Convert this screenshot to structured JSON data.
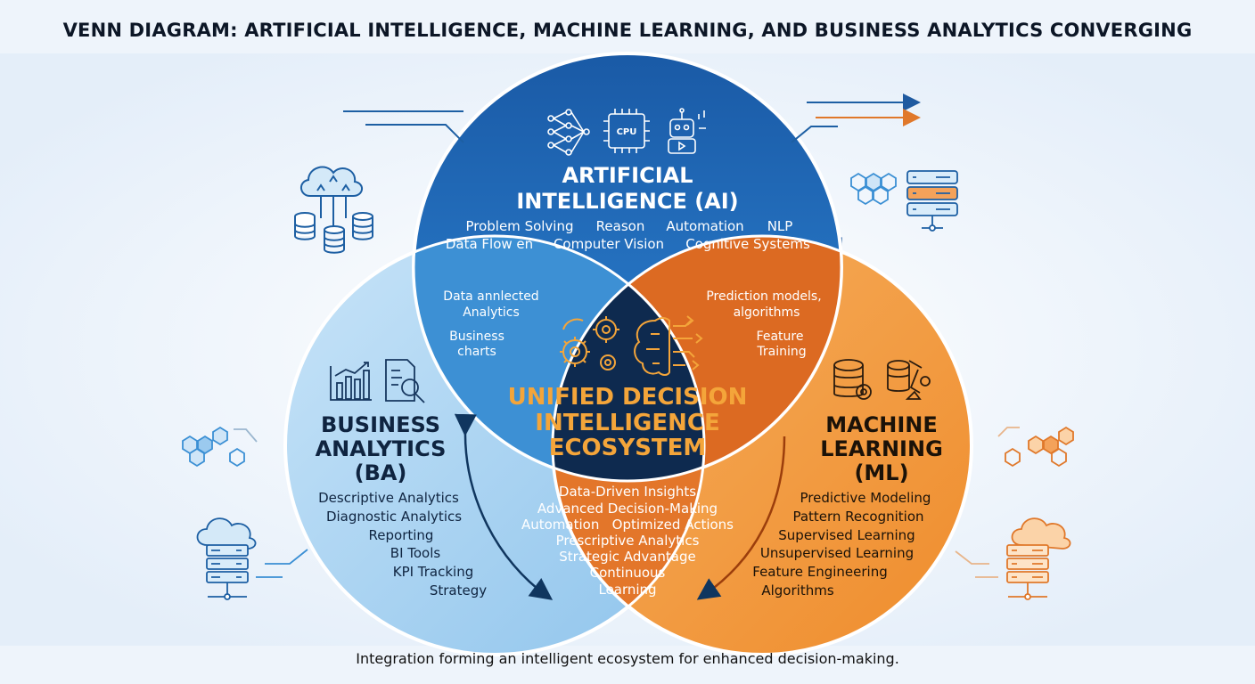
{
  "title": "VENN DIAGRAM: ARTIFICIAL INTELLIGENCE, MACHINE LEARNING, AND BUSINESS ANALYTICS CONVERGING",
  "caption": "Integration forming an intelligent ecosystem for enhanced decision-making.",
  "colors": {
    "ai": "#1f66b5",
    "ba": "#a9d3f0",
    "ml": "#f29b3f",
    "center": "#0e2a4f",
    "center_text": "#f4a53a",
    "ai_ml": "#d9651f",
    "ba_ml": "#e37628",
    "ai_ba": "#3c8fd3"
  },
  "ai": {
    "title": [
      "ARTIFICIAL",
      "INTELLIGENCE (AI)"
    ],
    "items_row1": [
      "Problem Solving",
      "Reason",
      "Automation",
      "NLP"
    ],
    "items_row2": [
      "Data Flow en",
      "Computer Vision",
      "Cognitive Systems"
    ],
    "icons": [
      "neural-network-icon",
      "cpu-chip-icon",
      "robot-icon"
    ],
    "cpu_label": "CPU"
  },
  "ba": {
    "title": [
      "BUSINESS",
      "ANALYTICS",
      "(BA)"
    ],
    "items": [
      "Descriptive Analytics",
      "Diagnostic Analytics",
      "Reporting",
      "BI Tools",
      "KPI Tracking",
      "Strategy"
    ],
    "icons": [
      "bar-chart-icon",
      "report-magnifier-icon"
    ]
  },
  "ml": {
    "title": [
      "MACHINE",
      "LEARNING",
      "(ML)"
    ],
    "items": [
      "Predictive Modeling",
      "Pattern Recognition",
      "Supervised Learning",
      "Unsupervised Learning",
      "Feature Engineering",
      "Algorithms"
    ],
    "icons": [
      "database-gear-icon",
      "database-robot-arm-icon"
    ]
  },
  "ai_ba": {
    "items": [
      "Data annlected",
      "Analytics",
      "Business",
      "charts"
    ]
  },
  "ai_ml": {
    "items": [
      "Prediction models,",
      "algorithms",
      "Feature",
      "Training"
    ]
  },
  "ba_ml": {
    "items": [
      "Data-Driven Insights",
      "Advanced Decision-Making",
      "Automation   Optimized Actions",
      "Prescriptive Analytics",
      "Strategic Advantage",
      "Continuous",
      "Learning"
    ]
  },
  "center": {
    "title": [
      "UNIFIED DECISION",
      "INTELLIGENCE",
      "ECOSYSTEM"
    ],
    "icons": [
      "gears-icon",
      "brain-circuit-icon"
    ]
  },
  "decor_icons": [
    "cloud-database-icon",
    "hexagon-cluster-icon",
    "server-rack-icon",
    "cloud-server-icon"
  ]
}
